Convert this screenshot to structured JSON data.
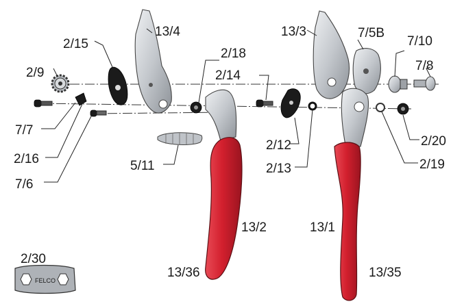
{
  "labels": {
    "l13_4": "13/4",
    "l2_15": "2/15",
    "l2_9": "2/9",
    "l2_18": "2/18",
    "l2_14": "2/14",
    "l7_7": "7/7",
    "l2_16": "2/16",
    "l7_6": "7/6",
    "l5_11": "5/11",
    "l13_2": "13/2",
    "l13_36": "13/36",
    "l2_30": "2/30",
    "l13_3": "13/3",
    "l7_5b": "7/5B",
    "l7_10": "7/10",
    "l7_8": "7/8",
    "l2_12": "2/12",
    "l2_13": "2/13",
    "l2_20": "2/20",
    "l2_19": "2/19",
    "l13_1": "13/1",
    "l13_35": "13/35"
  },
  "plate_marking": "FELCO",
  "colors": {
    "handle_red": "#d3202e",
    "metal": "#c9cdd2",
    "dark_part": "#1b1b1b"
  }
}
